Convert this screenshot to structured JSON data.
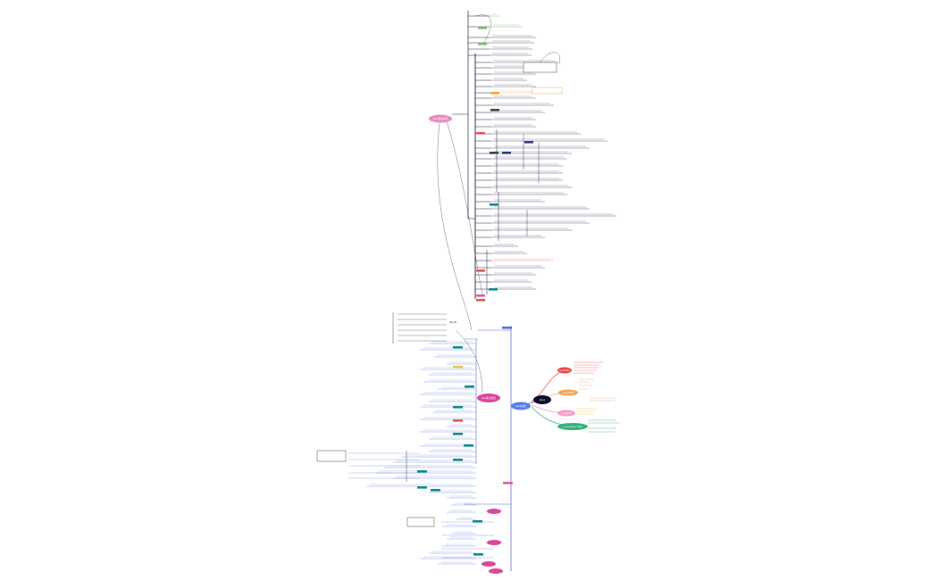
{
  "root": {
    "label": "Java",
    "color": "#0b0b2a"
  },
  "center_node": {
    "label": "Java基础",
    "color": "#5a7ff0"
  },
  "upper_node": {
    "label": "Java面向对象",
    "color": "#e78ac3"
  },
  "lower_node": {
    "label": "Java集合框架",
    "color": "#d9479b"
  },
  "right_branches": [
    {
      "label": "Java语言特点",
      "color": "#e94b4b",
      "text_color": "#e94b4b"
    },
    {
      "label": "Java环境搭建",
      "color": "#f2a65a",
      "text_color": "#e6a25a"
    },
    {
      "label": "Java基本语法",
      "color": "#f59ac7",
      "text_color": "#e6b800"
    },
    {
      "label": "Java运行机制与工作原理",
      "color": "#34b27a",
      "text_color": "#2aa36a"
    }
  ],
  "upper_left_title": {
    "label": "面向过程"
  },
  "colors": {
    "upper_line": "#222244",
    "lower_line": "#5b6fe0",
    "teal_tag": "#0f8b8d",
    "green_tag": "#7ac36a",
    "orange_tag": "#f4a83a",
    "red_tag": "#e25555",
    "navy_tag": "#2c3e8f",
    "pink_tag": "#e0609f"
  }
}
